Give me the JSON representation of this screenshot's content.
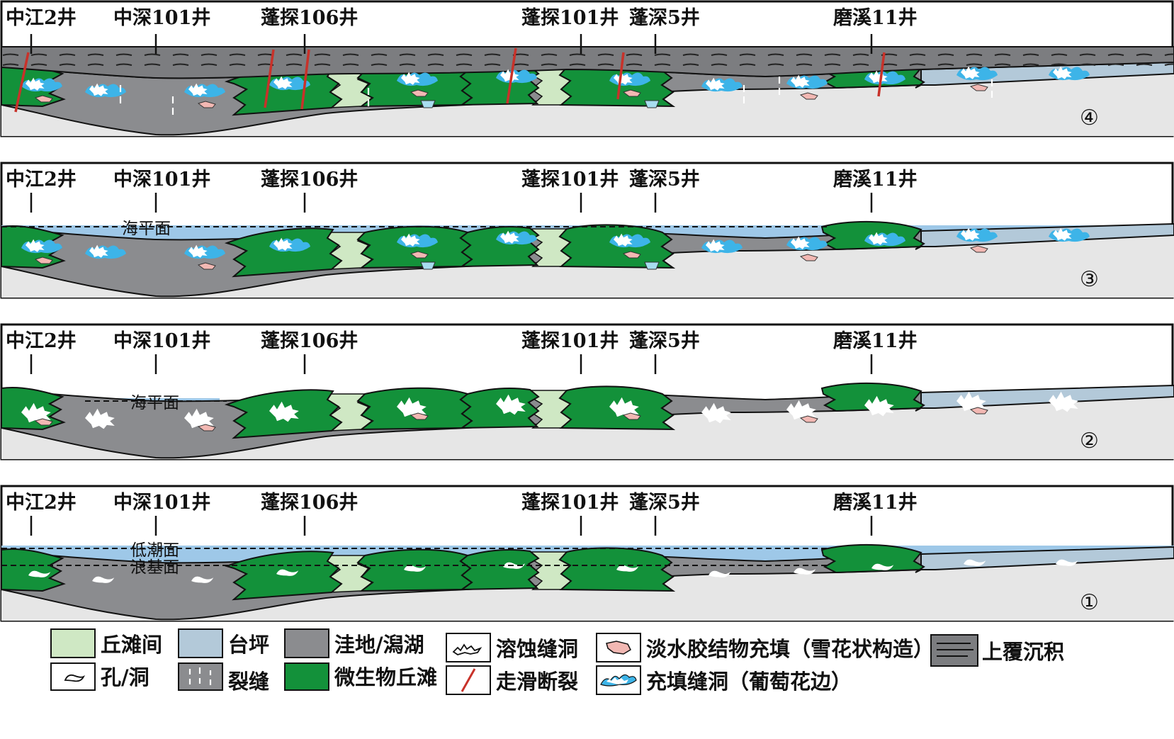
{
  "colors": {
    "interbank": "#cfe8c4",
    "platform": "#b3c9d9",
    "depression": "#8b8c8f",
    "microbial": "#13913a",
    "bedrock": "#e6e6e6",
    "sea": "#9ec8e8",
    "fill_cavity": "#3db4e8",
    "fresh_cement": "#f2b8b3",
    "fault": "#c8322a",
    "overburden": "#7c7d80"
  },
  "wells": [
    "中江2井",
    "中深101井",
    "蓬探106井",
    "蓬探101井",
    "蓬深5井",
    "磨溪11井"
  ],
  "panels": [
    {
      "stage": "④",
      "levels": []
    },
    {
      "stage": "③",
      "levels": [
        "海平面"
      ]
    },
    {
      "stage": "②",
      "levels": [
        "海平面"
      ]
    },
    {
      "stage": "①",
      "levels": [
        "低潮面",
        "浪基面"
      ]
    }
  ],
  "legend": [
    {
      "label": "丘滩间",
      "icon": "interbank-swatch"
    },
    {
      "label": "台坪",
      "icon": "platform-swatch"
    },
    {
      "label": "洼地/潟湖",
      "icon": "depression-swatch"
    },
    {
      "label": "溶蚀缝洞",
      "icon": "dissolution-icon"
    },
    {
      "label": "淡水胶结物充填（雪花状构造）",
      "icon": "fresh-water-cement-icon"
    },
    {
      "label": "上覆沉积",
      "icon": "overburden-icon"
    },
    {
      "label": "孔/洞",
      "icon": "pore-vug-icon"
    },
    {
      "label": "裂缝",
      "icon": "fracture-icon"
    },
    {
      "label": "微生物丘滩",
      "icon": "microbial-mound-swatch"
    },
    {
      "label": "走滑断裂",
      "icon": "strike-slip-fault-icon"
    },
    {
      "label": "充填缝洞（葡萄花边）",
      "icon": "filled-cavity-icon"
    }
  ]
}
